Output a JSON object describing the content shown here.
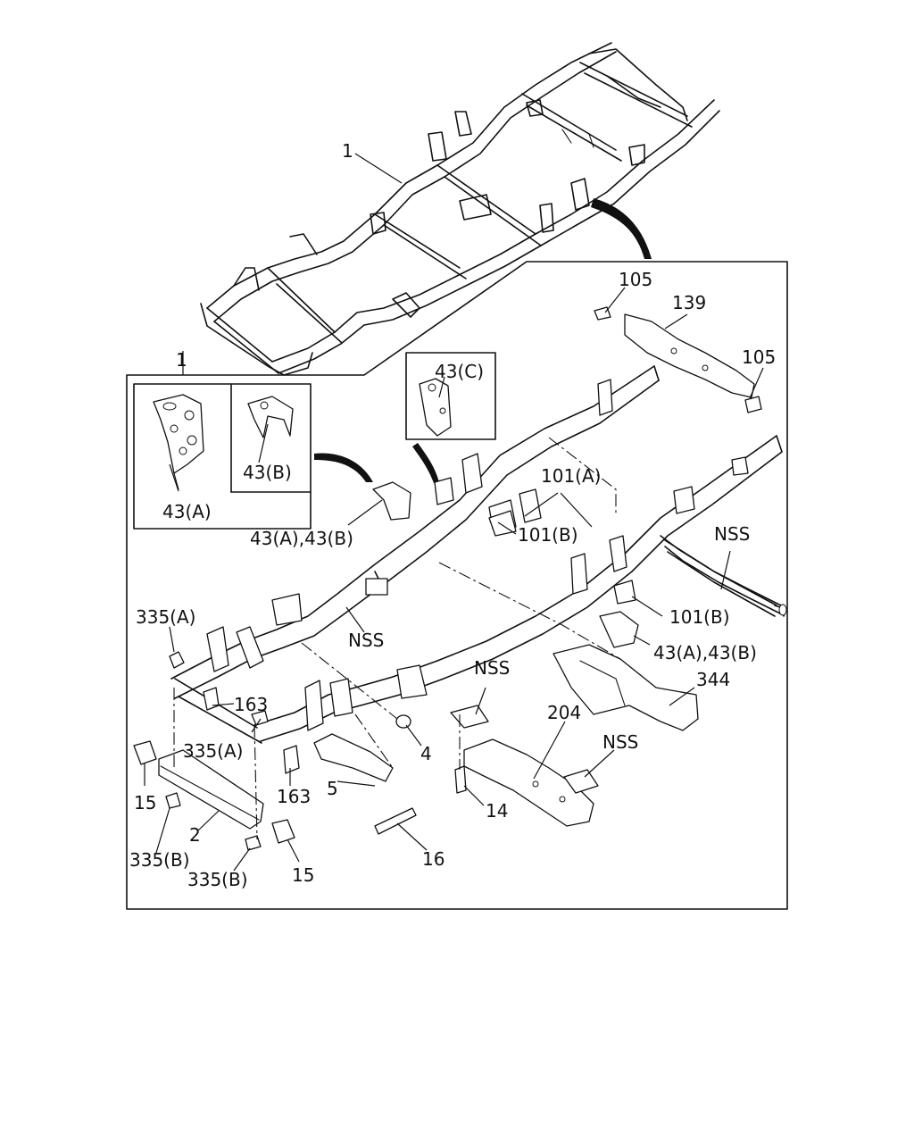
{
  "labels": {
    "frame_top": "1",
    "frame_detail": "1",
    "p105_top": "105",
    "p139": "139",
    "p105_right": "105",
    "p43c": "43(C)",
    "p43a_inset": "43(A)",
    "p43b_inset": "43(B)",
    "p43ab_left": "43(A),43(B)",
    "p101a": "101(A)",
    "p101b_upper": "101(B)",
    "nss_right": "NSS",
    "p101b_lower": "101(B)",
    "p43ab_right": "43(A),43(B)",
    "p335a_upper": "335(A)",
    "nss_center": "NSS",
    "p163_upper": "163",
    "p335a_lower": "335(A)",
    "p15_left": "15",
    "p163_lower": "163",
    "p5": "5",
    "p4": "4",
    "nss_lower": "NSS",
    "p204": "204",
    "p344": "344",
    "nss_bottom_right": "NSS",
    "p14": "14",
    "p2": "2",
    "p335b_left": "335(B)",
    "p335b_center": "335(B)",
    "p15_center": "15",
    "p16": "16"
  }
}
